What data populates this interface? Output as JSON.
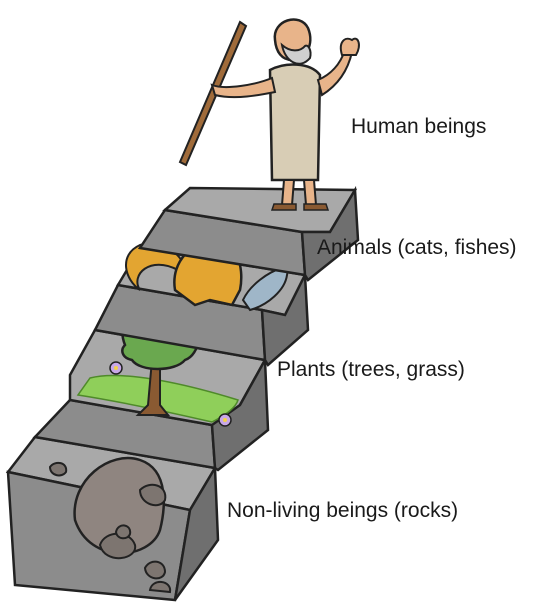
{
  "levels": [
    {
      "label": "Human beings"
    },
    {
      "label": "Animals (cats, fishes)"
    },
    {
      "label": "Plants (trees, grass)"
    },
    {
      "label": "Non-living beings (rocks)"
    }
  ],
  "colors": {
    "stone_top": "#a9a9a9",
    "stone_front": "#8c8c8c",
    "stone_side": "#6f6f6f",
    "outline": "#222222",
    "grass": "#8fcf5a",
    "tree": "#6aa84f",
    "cat": "#e3a531",
    "fish": "#9fb6c8",
    "robe": "#d8cdb5",
    "skin": "#e8b48a"
  }
}
